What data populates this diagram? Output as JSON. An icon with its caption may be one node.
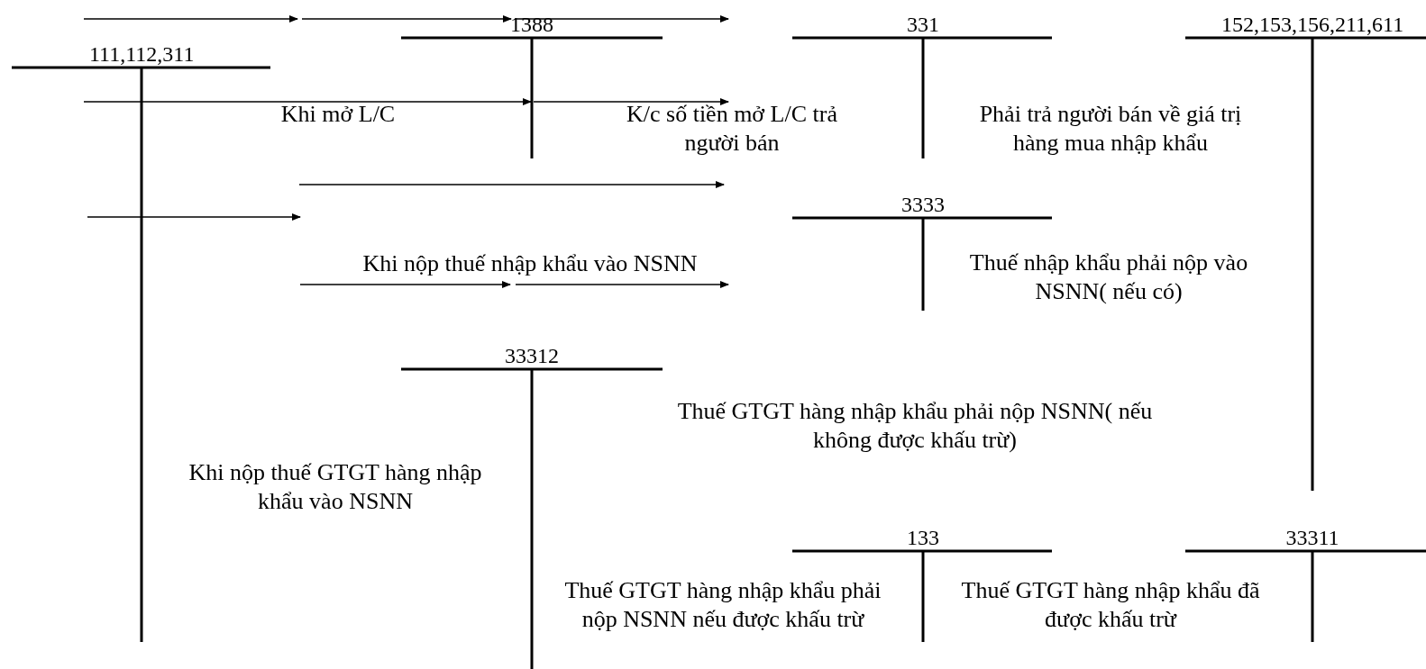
{
  "diagram": {
    "nodes": [
      {
        "text": [
          "1388"
        ]
      },
      {
        "text": [
          "331"
        ]
      },
      {
        "text": [
          "152,153,156,211,611"
        ]
      },
      {
        "text": [
          "111,112,311"
        ]
      },
      {
        "text": [
          "3333"
        ]
      },
      {
        "text": [
          "33312"
        ]
      },
      {
        "text": [
          "133"
        ]
      },
      {
        "text": [
          "33311"
        ]
      }
    ],
    "edges": [
      {
        "from": 3,
        "to": 0,
        "arrow": "to"
      },
      {
        "from": 0,
        "to": null,
        "arrow": "to",
        "label": "K/c số tiền mở L/C trả người bán"
      },
      {
        "from": 3,
        "to": null,
        "arrow": "to"
      }
    ],
    "labels": [
      "Khi mở L/C",
      "Phải trả người bán về giá trị hàng mua nhập khẩu",
      "Khi nộp thuế nhập khẩu vào NSNN",
      "Thuế nhập khẩu phải nộp vào NSNN( nếu có)",
      "Thuế GTGT hàng nhập khẩu phải nộp NSNN( nếu không được khấu trừ)",
      "Khi nộp thuế GTGT hàng nhập khẩu vào NSNN",
      "Thuế GTGT hàng nhập khẩu phải nộp NSNN nếu được khấu trừ",
      "Thuế GTGT hàng nhập khẩu đã được khấu trừ"
    ]
  }
}
